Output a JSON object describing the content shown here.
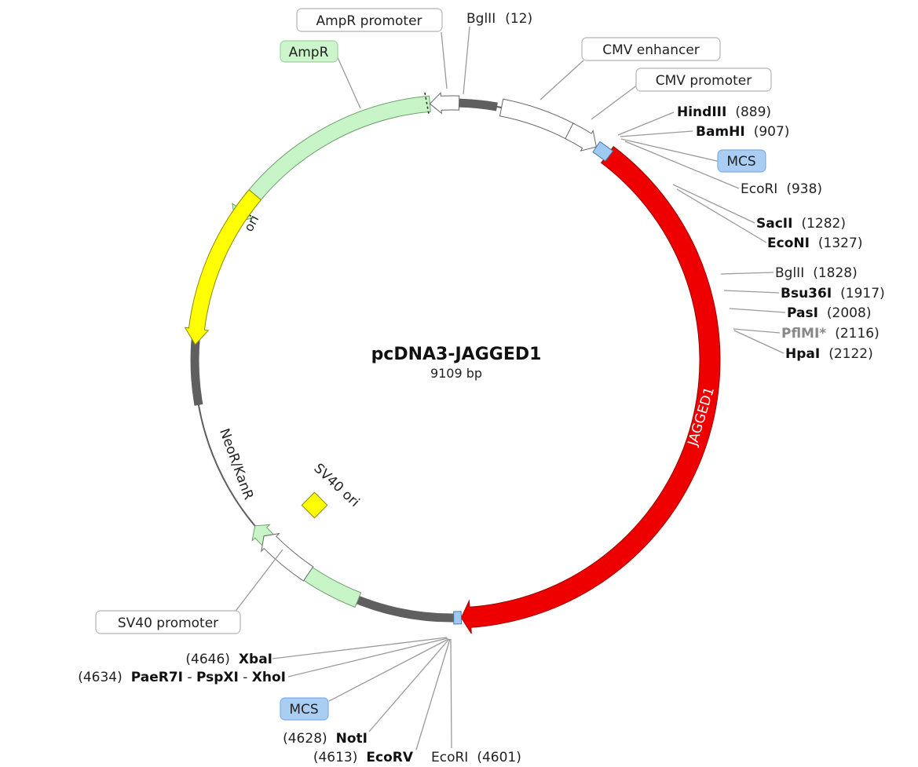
{
  "plasmid": {
    "name": "pcDNA3-JAGGED1",
    "size": "9109 bp"
  },
  "colors": {
    "backbone": "#5f5f5f",
    "jagged1": "#ee0000",
    "resistance": "#c8f5c8",
    "ori": "#ffff00",
    "mcs": "#9fc8f2",
    "promoter": "#ffffff"
  },
  "features": {
    "ampr_promoter": "AmpR promoter",
    "ampr": "AmpR",
    "cmv_enhancer": "CMV enhancer",
    "cmv_promoter": "CMV promoter",
    "mcs_top": "MCS",
    "mcs_bottom": "MCS",
    "ori": "ori",
    "jagged1": "JAGGED1",
    "neor": "NeoR/KanR",
    "sv40_ori": "SV40 ori",
    "sv40_promoter": "SV40 promoter"
  },
  "sites": {
    "bglii_top": {
      "name": "BglII",
      "pos": "(12)"
    },
    "hindiii": {
      "name": "HindIII",
      "pos": "(889)"
    },
    "bamhi": {
      "name": "BamHI",
      "pos": "(907)"
    },
    "ecori_top": {
      "name": "EcoRI",
      "pos": "(938)"
    },
    "sacii": {
      "name": "SacII",
      "pos": "(1282)"
    },
    "econi": {
      "name": "EcoNI",
      "pos": "(1327)"
    },
    "bglii_2": {
      "name": "BglII",
      "pos": "(1828)"
    },
    "bsu36i": {
      "name": "Bsu36I",
      "pos": "(1917)"
    },
    "pasi": {
      "name": "PasI",
      "pos": "(2008)"
    },
    "pflmi": {
      "name": "PflMI*",
      "pos": "(2116)"
    },
    "hpai": {
      "name": "HpaI",
      "pos": "(2122)"
    },
    "xbai": {
      "name": "XbaI",
      "pos": "(4646)"
    },
    "xhoi_group": {
      "pos": "(4634)",
      "a": "PaeR7I",
      "sep1": " - ",
      "b": "PspXI",
      "sep2": " - ",
      "c": "XhoI"
    },
    "noti": {
      "name": "NotI",
      "pos": "(4628)"
    },
    "ecorv": {
      "name": "EcoRV",
      "pos": "(4613)"
    },
    "ecori_bottom": {
      "name": "EcoRI",
      "pos": "(4601)"
    }
  }
}
